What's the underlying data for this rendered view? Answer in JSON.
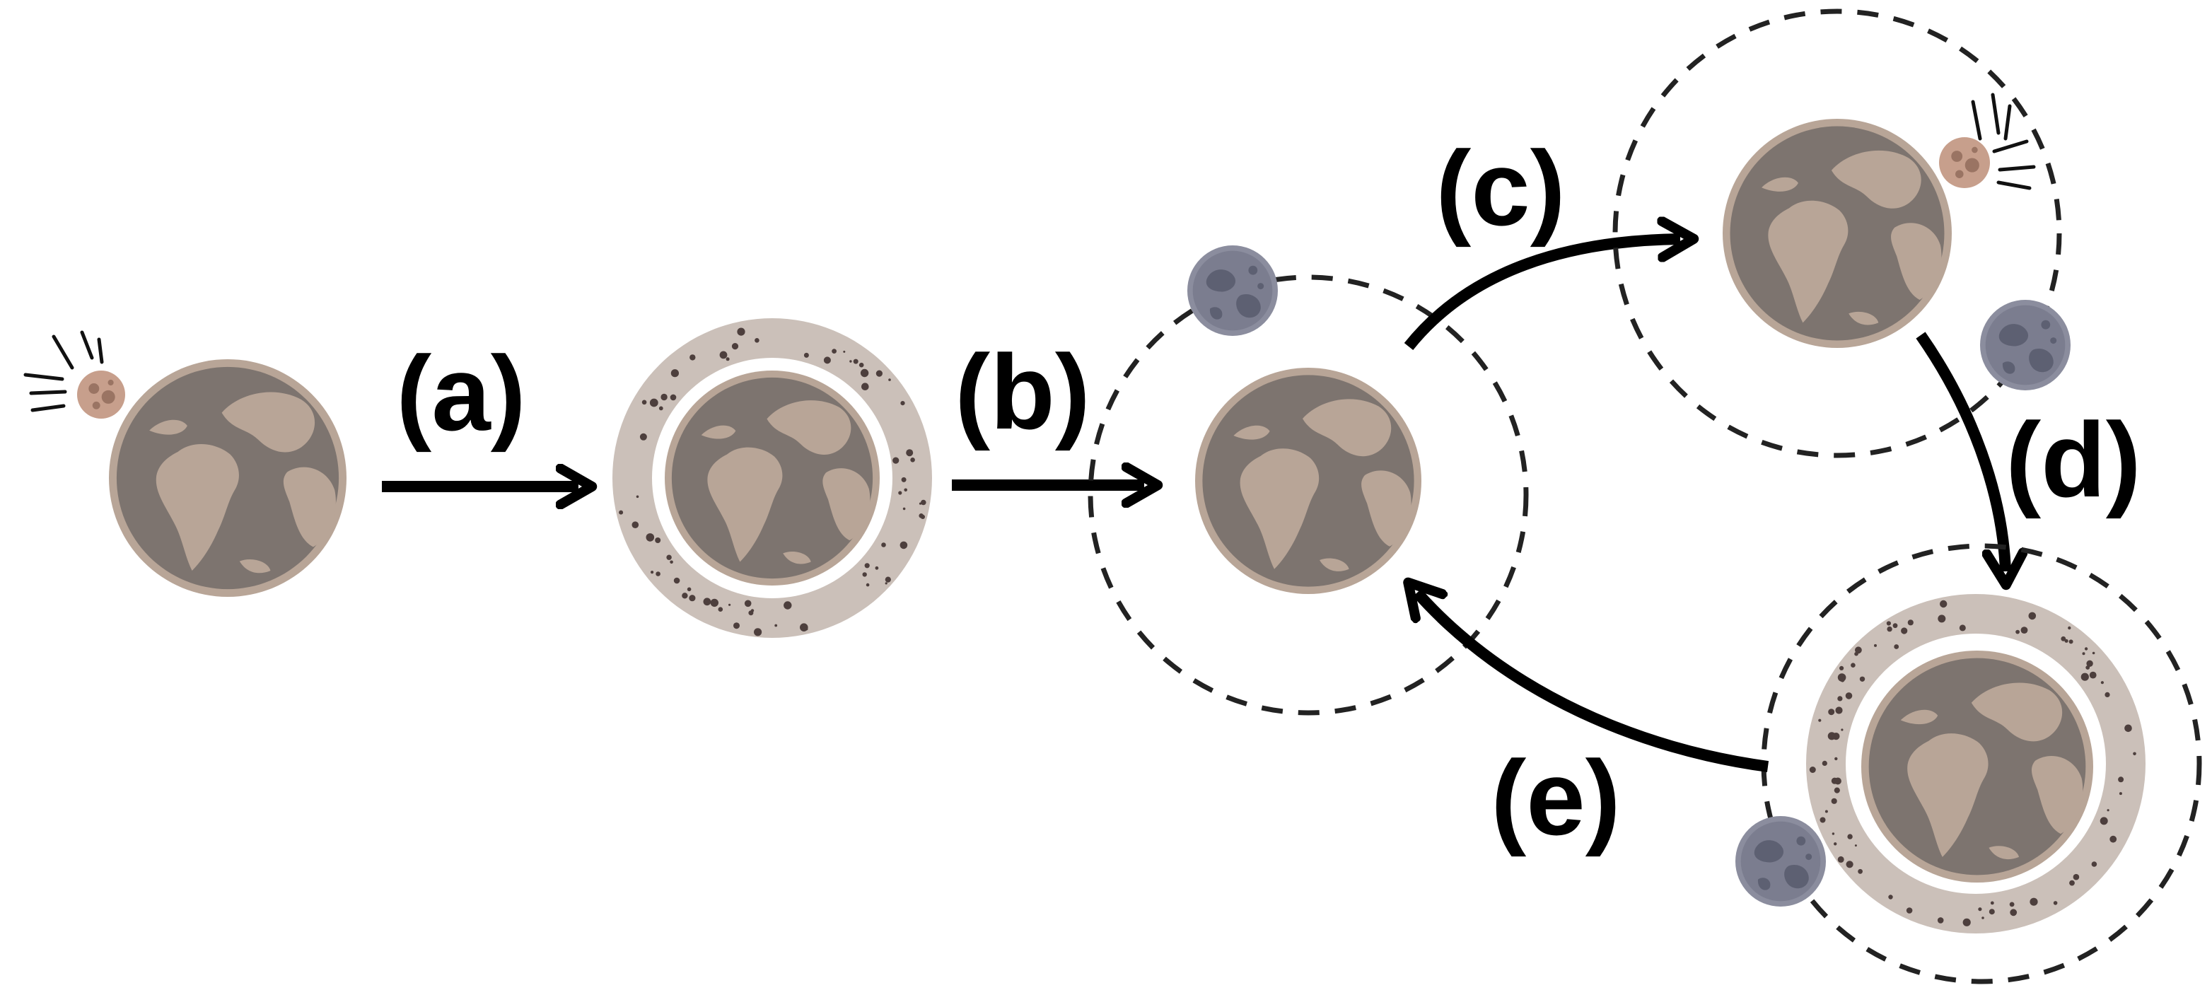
{
  "labels": {
    "a": "(a)",
    "b": "(b)",
    "c": "(c)",
    "d": "(d)",
    "e": "(e)"
  },
  "colors": {
    "planet_ocean": "#7d746f",
    "planet_land": "#b8a597",
    "planet_rim": "#b8a597",
    "debris_ring": "#cbc0b9",
    "debris_speck": "#4d3f3d",
    "moon": "#8b8d9e",
    "moon_dark": "#5d6072",
    "impactor": "#c79f8c",
    "impactor_dark": "#9a7463",
    "arrow": "#000000",
    "orbit": "#222222"
  },
  "icons": [
    "impactor-icon",
    "planet-icon",
    "debris-ring-icon",
    "moon-icon",
    "orbit-icon",
    "arrow-icon"
  ]
}
